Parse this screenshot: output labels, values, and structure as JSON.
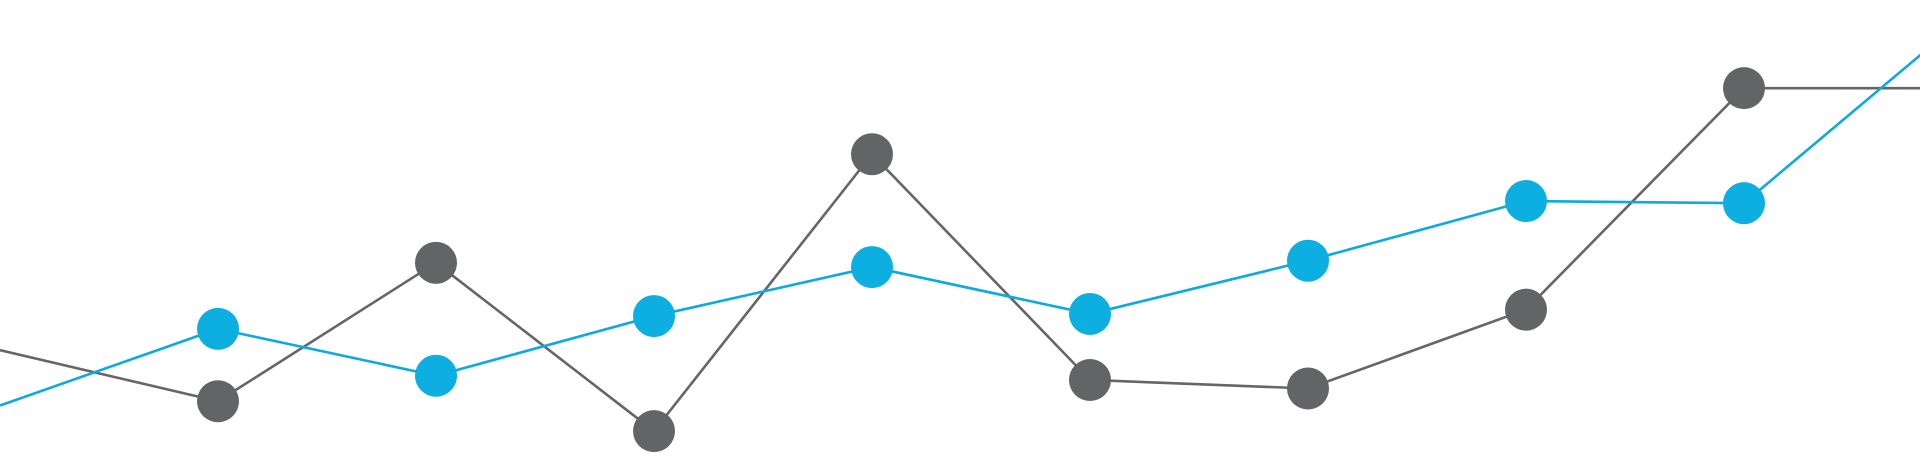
{
  "chart_data": {
    "type": "line",
    "title": "",
    "xlabel": "",
    "ylabel": "",
    "grid": false,
    "legend": "none",
    "x": [
      -1,
      0,
      1,
      2,
      3,
      4,
      5,
      6,
      7,
      8,
      9
    ],
    "xlim": [
      -1,
      9
    ],
    "ylim": [
      0,
      100
    ],
    "series": [
      {
        "color": "#666668",
        "marker_color": "#636466",
        "values": [
          22.5,
          10.5,
          43,
          3.5,
          68.5,
          15.5,
          13.5,
          32,
          84,
          84
        ],
        "markers": [
          1,
          2,
          3,
          4,
          5,
          6,
          7,
          8
        ]
      },
      {
        "color": "#0DAADE",
        "marker_color": "#0DAEE0",
        "values": [
          9.5,
          27.5,
          16.5,
          30.5,
          42,
          31,
          43.5,
          57.5,
          57,
          100
        ],
        "markers": [
          1,
          2,
          3,
          4,
          5,
          6,
          7,
          8
        ]
      }
    ]
  }
}
